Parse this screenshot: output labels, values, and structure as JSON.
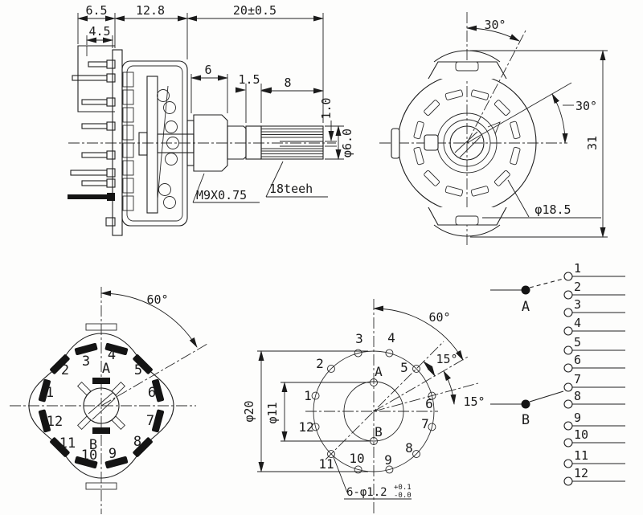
{
  "title": "Rotary switch engineering drawing",
  "colors": {
    "ink": "#1b1b1b",
    "paper": "#fdfdfc"
  },
  "side_view": {
    "d1": "6.5",
    "d2": "12.8",
    "d3": "20±0.5",
    "d4": "4.5",
    "d5": "6",
    "d6": "1.5",
    "d7": "8",
    "d8": "1.0",
    "d9": "φ6.0",
    "thread": "M9X0.75",
    "teeth": "18teeh"
  },
  "front_view": {
    "angle_top": "30°",
    "angle_right": "30°",
    "height": "31",
    "diameter": "φ18.5"
  },
  "rear_view": {
    "angle": "60°",
    "pole_a": "A",
    "pole_b": "B",
    "terminals": [
      "1",
      "2",
      "3",
      "4",
      "5",
      "6",
      "7",
      "8",
      "9",
      "10",
      "11",
      "12"
    ]
  },
  "layout_view": {
    "angle_60": "60°",
    "angle_15_1": "15°",
    "angle_15_2": "15°",
    "dia_outer": "φ20",
    "dia_inner": "φ11",
    "hole_note": "6-φ1.2",
    "tol_top": "+0.1",
    "tol_bot": "-0.0",
    "pole_a": "A",
    "pole_b": "B",
    "terminals": [
      "1",
      "2",
      "3",
      "4",
      "5",
      "6",
      "7",
      "8",
      "9",
      "10",
      "11",
      "12"
    ]
  },
  "schematic": {
    "pole_a": "A",
    "pole_b": "B",
    "terminals": [
      "1",
      "2",
      "3",
      "4",
      "5",
      "6",
      "7",
      "8",
      "9",
      "10",
      "11",
      "12"
    ]
  }
}
